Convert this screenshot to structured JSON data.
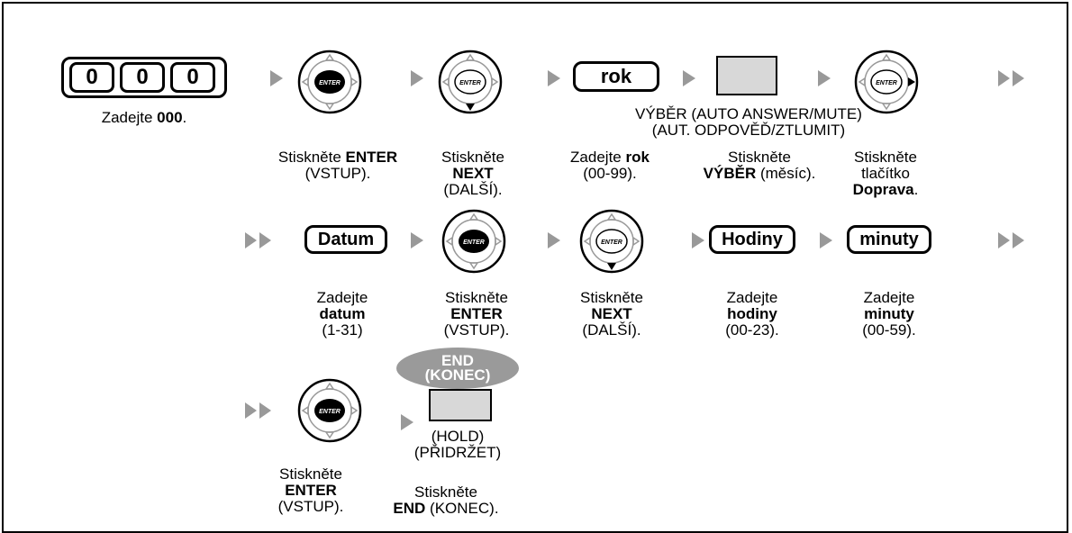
{
  "step0": {
    "digits": [
      "0",
      "0",
      "0"
    ],
    "caption_pre": "Zadejte ",
    "caption_bold": "000",
    "caption_post": "."
  },
  "enter_label": "ENTER",
  "row1": {
    "key_rok": "rok",
    "vyber_button_label": "VÝBĚR (AUTO ANSWER/MUTE) (AUT. ODPOVĚĎ/ZTLUMIT)",
    "captions": [
      {
        "pre": "Stiskněte ",
        "bold": "ENTER",
        "post": "(VSTUP)."
      },
      {
        "pre": "Stiskněte",
        "bold": "NEXT",
        "post": "(DALŠÍ)."
      },
      {
        "pre": "Zadejte ",
        "bold": "rok",
        "post": "(00-99)."
      },
      {
        "pre": "Stiskněte",
        "bold": "VÝBĚR",
        "post": " (měsíc)."
      },
      {
        "pre": "Stiskněte",
        "mid": "tlačítko",
        "bold": "Doprava",
        "post": "."
      }
    ]
  },
  "row2": {
    "key_datum": "Datum",
    "key_hodiny": "Hodiny",
    "key_minuty": "minuty",
    "captions": [
      {
        "pre": "Zadejte",
        "bold": "datum",
        "post": "(1-31)"
      },
      {
        "pre": "Stiskněte",
        "bold": "ENTER",
        "post": "(VSTUP)."
      },
      {
        "pre": "Stiskněte",
        "bold": "NEXT",
        "post": "(DALŠÍ)."
      },
      {
        "pre": "Zadejte",
        "bold": "hodiny",
        "post": "(00-23)."
      },
      {
        "pre": "Zadejte",
        "bold": "minuty",
        "post": "(00-59)."
      }
    ]
  },
  "row3": {
    "end_oval_line1": "END",
    "end_oval_line2": "(KONEC)",
    "hold_label_line1": "(HOLD)",
    "hold_label_line2": "(PŘIDRŽET)",
    "captions": [
      {
        "pre": "Stiskněte",
        "bold": "ENTER",
        "post": "(VSTUP)."
      },
      {
        "pre": "Stiskněte",
        "bold": "END",
        "post": " (KONEC)."
      }
    ]
  }
}
